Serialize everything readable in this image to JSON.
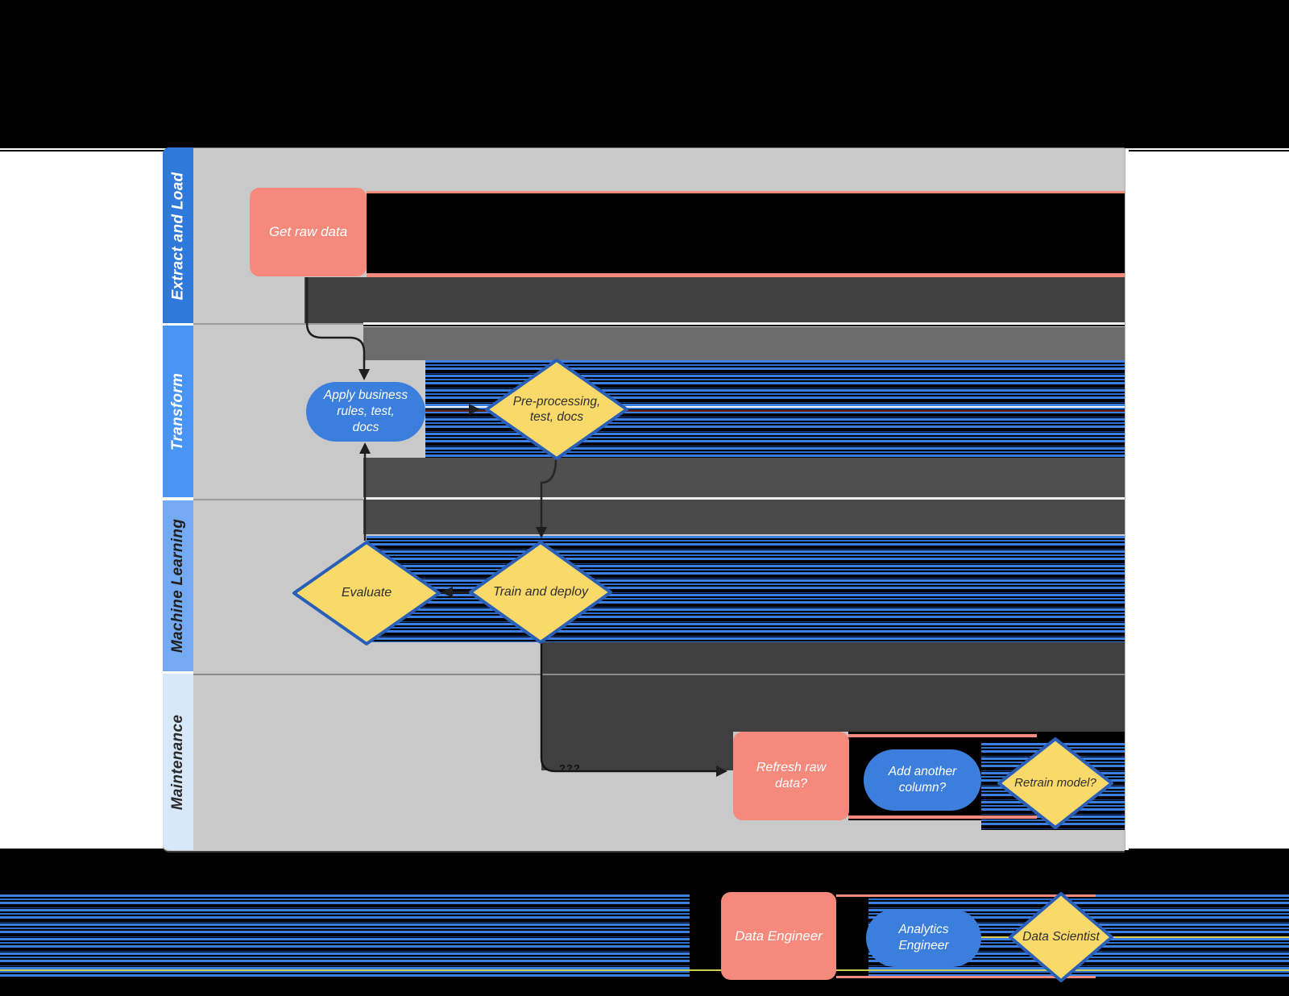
{
  "lanes": [
    {
      "label": "Extract and Load"
    },
    {
      "label": "Transform"
    },
    {
      "label": "Machine Learning"
    },
    {
      "label": "Maintenance"
    }
  ],
  "nodes": {
    "get_raw_data": {
      "label": "Get raw data"
    },
    "apply_rules": {
      "label": "Apply business\nrules, test,\ndocs"
    },
    "preprocessing": {
      "label": "Pre-processing,\ntest, docs"
    },
    "evaluate": {
      "label": "Evaluate"
    },
    "train_deploy": {
      "label": "Train and deploy"
    },
    "refresh_raw": {
      "label": "Refresh raw\ndata?"
    },
    "add_column": {
      "label": "Add another\ncolumn?"
    },
    "retrain": {
      "label": "Retrain model?"
    }
  },
  "connectors": {
    "maintenance_edge_label": "???"
  },
  "legend": {
    "data_engineer": "Data Engineer",
    "analytics_engineer": "Analytics\nEngineer",
    "data_scientist": "Data Scientist"
  },
  "colors": {
    "lane_header_1": "#2e79da",
    "lane_header_2": "#4895f5",
    "lane_header_3": "#74aaf2",
    "lane_header_4": "#d8e8fb",
    "lane_body": "#c9c9c9",
    "process_pink": "#f58a7c",
    "stadium_blue": "#3c7edc",
    "diamond_yellow": "#fad96b",
    "diamond_border": "#2a5fb8",
    "glitch_dark": "#3f3f3f",
    "glitch_stripe_blue": "#3b7fe3"
  }
}
